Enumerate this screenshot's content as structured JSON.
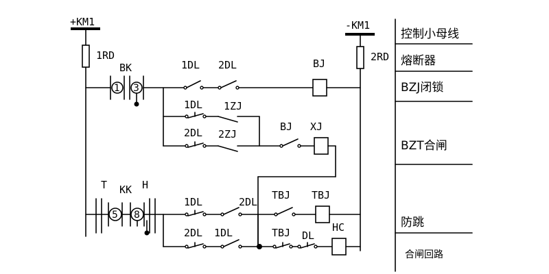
{
  "buses": {
    "positive": "+KM1",
    "negative": "-KM1"
  },
  "components": {
    "fuse_left": "1RD",
    "fuse_right": "2RD",
    "switch_bk": "BK",
    "circle_1": "1",
    "circle_3": "3",
    "circle_5": "5",
    "circle_8": "8",
    "label_t": "T",
    "label_kk": "KK",
    "label_h": "H",
    "row1_contact_a": "1DL",
    "row1_contact_b": "2DL",
    "row1_coil": "BJ",
    "row2_contact_a": "1DL",
    "row2_contact_b": "1ZJ",
    "row3_contact_a": "2DL",
    "row3_contact_b": "2ZJ",
    "bj_contact": "BJ",
    "xj_coil": "XJ",
    "row4_contact_a": "1DL",
    "row4_contact_b": "2DL",
    "tbj_contact": "TBJ",
    "tbj_coil": "TBJ",
    "row5_contact_a": "2DL",
    "row5_contact_b": "1DL",
    "row5_tbj_contact": "TBJ",
    "row5_dl_contact": "DL",
    "hc_coil": "HC"
  },
  "side_table": {
    "rows": [
      "控制小母线",
      "熔断器",
      "BZJ闭锁",
      "BZT合闸",
      "防跳",
      "合闸回路"
    ]
  }
}
